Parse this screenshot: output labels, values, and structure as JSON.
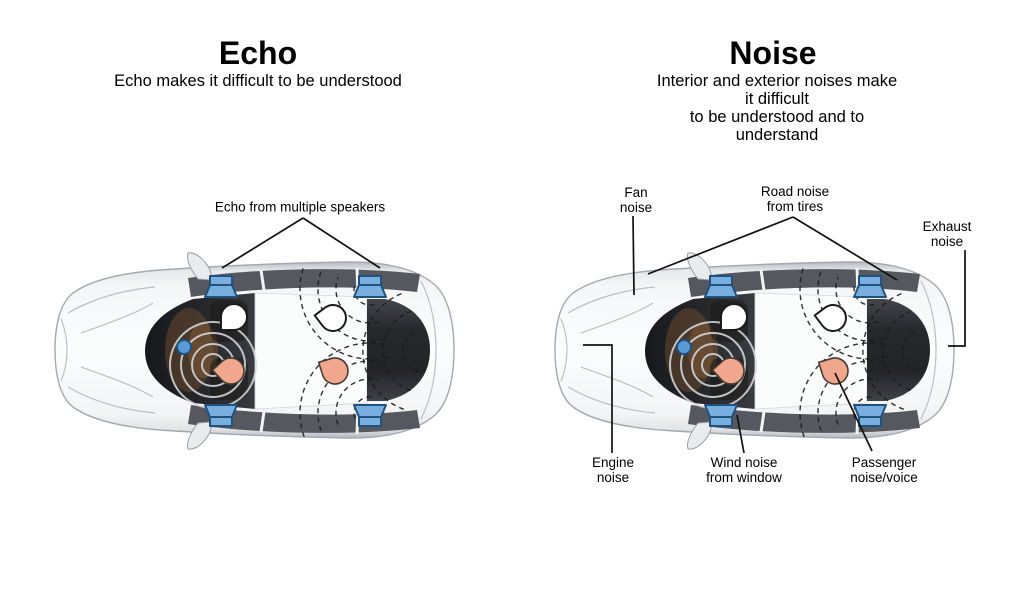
{
  "figure": {
    "type": "comparison-diagram",
    "subject": "car cabin acoustics, top view"
  },
  "panels": {
    "echo": {
      "title": "Echo",
      "subtitle": "Echo makes it difficult to be understood",
      "callouts": {
        "speakers": {
          "label": "Echo from multiple speakers"
        }
      }
    },
    "noise": {
      "title": "Noise",
      "subtitle": "Interior and exterior noises make it difficult\nto be understood and to understand",
      "callouts": {
        "fan": {
          "label": "Fan\nnoise"
        },
        "road": {
          "label": "Road noise\nfrom tires"
        },
        "exhaust": {
          "label": "Exhaust\nnoise"
        },
        "engine": {
          "label": "Engine\nnoise"
        },
        "wind": {
          "label": "Wind noise\nfrom window"
        },
        "passenger": {
          "label": "Passenger\nnoise/voice"
        }
      }
    }
  },
  "car_icons": {
    "speaker": "speaker-icon (blue cone, 4 per car)",
    "listener": "person-listener-icon (white head, 2 per car)",
    "talker": "person-talker-icon (orange head, 2 per car)",
    "microphone": "microphone-dot-icon (blue dot)",
    "echo_waves": "sound-wave-rings-icon (solid rings at driver)",
    "noise_waves": "dashed-sound-wave-arcs (rear speakers and trunk)",
    "mirror": "side-mirror-icon"
  },
  "colors": {
    "background": "#ffffff",
    "text": "#000000",
    "callout_line": "#111111",
    "speaker_fill": "#79afdf",
    "speaker_outline": "#20527d",
    "talker_fill": "#f1a78e",
    "talker_outline": "#473c34",
    "listener_fill": "#ffffff",
    "listener_outline": "#1a1a1a",
    "microphone_fill": "#5b9bd5",
    "microphone_outline": "#1d5380",
    "wave_ring": "#d9dcdf",
    "noise_arc": "#1b1b1b"
  }
}
